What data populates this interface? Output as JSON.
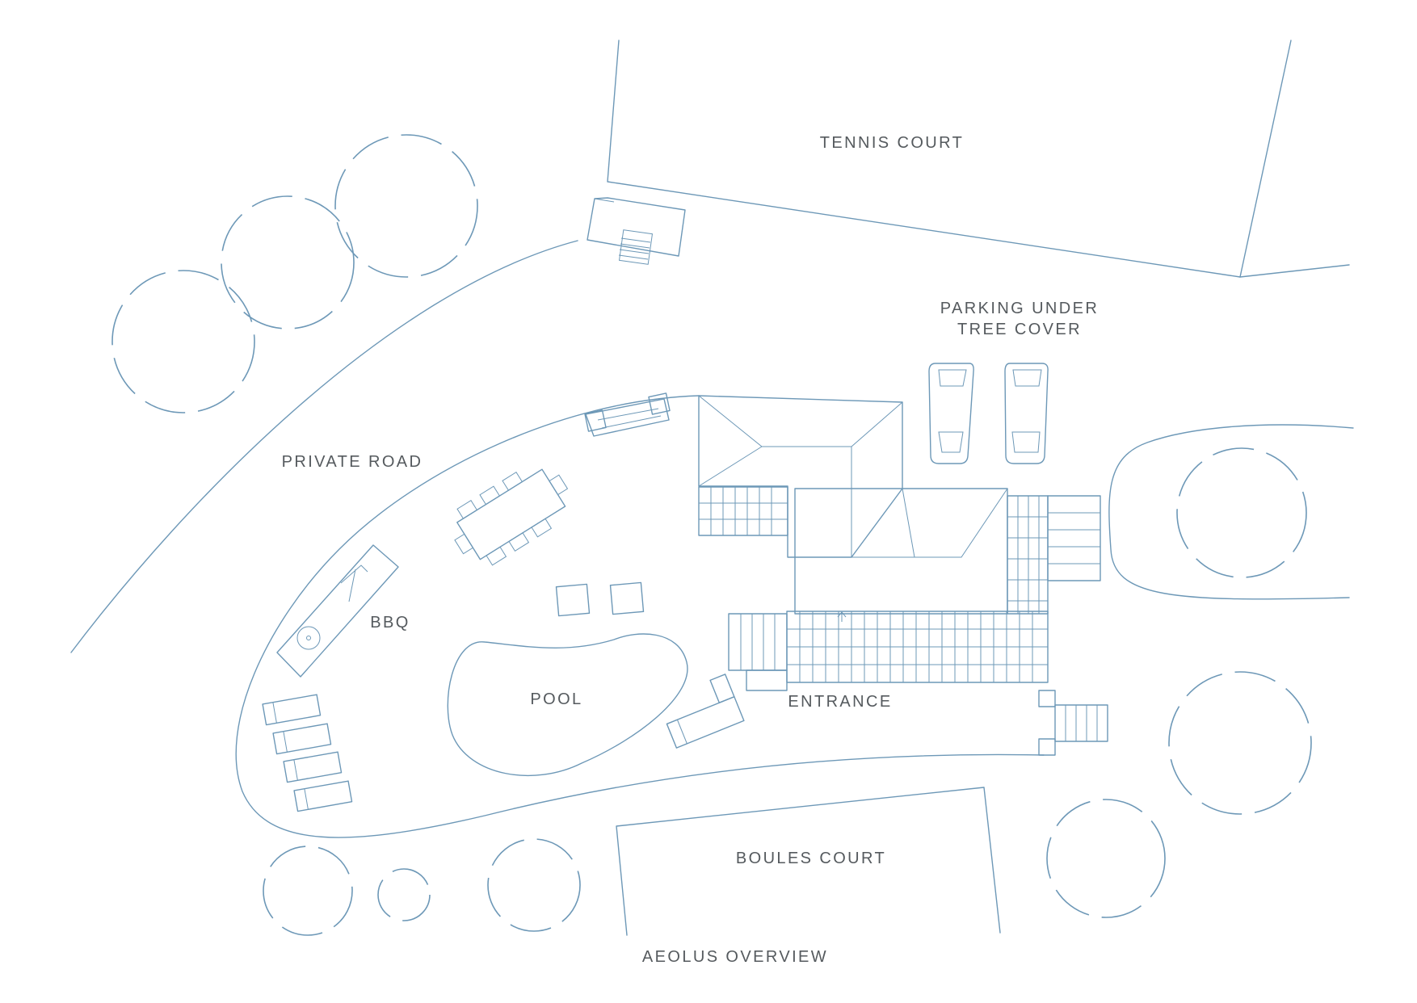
{
  "title": "AEOLUS OVERVIEW",
  "areas": {
    "tennis_court": "TENNIS COURT",
    "parking": [
      "PARKING UNDER",
      "TREE COVER"
    ],
    "private_road": "PRIVATE ROAD",
    "bbq": "BBQ",
    "pool": "POOL",
    "entrance": "ENTRANCE",
    "boules_court": "BOULES COURT"
  },
  "colors": {
    "line": "#6d98b7",
    "text": "#555a5e",
    "background": "#ffffff"
  }
}
